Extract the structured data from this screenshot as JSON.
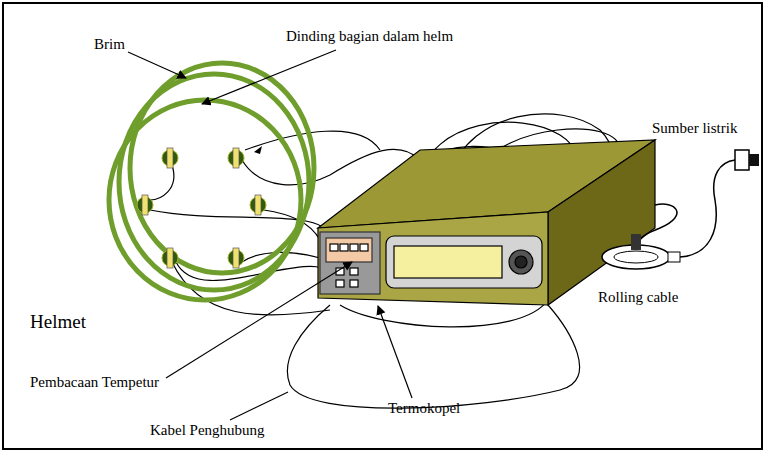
{
  "diagram": {
    "labels": [
      "Brim",
      "Dinding bagian dalam helm",
      "Sumber listrik",
      "Helmet",
      "Rolling cable",
      "Pembacaan Tempetur",
      "Termokopel",
      "Kabel Penghubung"
    ]
  }
}
